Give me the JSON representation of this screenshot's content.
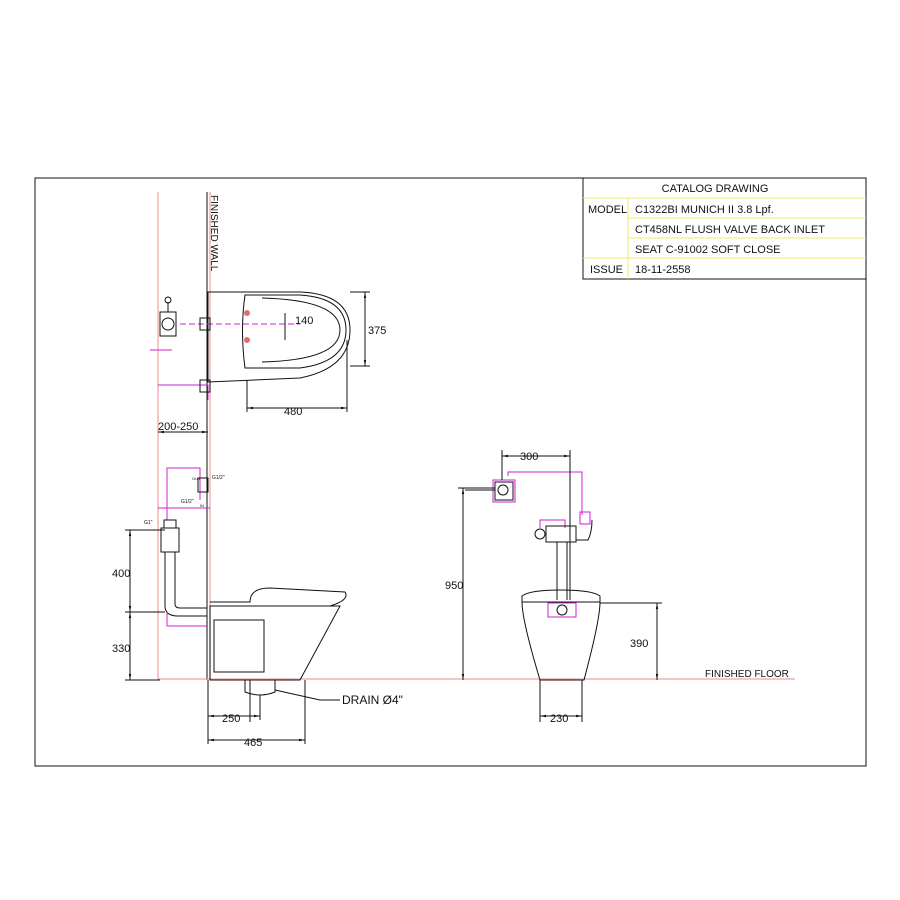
{
  "title_block": {
    "heading": "CATALOG DRAWING",
    "model_label": "MODEL",
    "model_lines": [
      "C1322BI MUNICH II 3.8 Lpf.",
      "CT458NL FLUSH VALVE BACK INLET",
      "SEAT C-91002 SOFT CLOSE"
    ],
    "issue_label": "ISSUE",
    "issue_date": "18-11-2558"
  },
  "labels": {
    "finished_wall": "FINISHED WALL",
    "finished_floor": "FINISHED FLOOR",
    "drain": "DRAIN Ø4\"",
    "out": "OUT",
    "in": "IN",
    "g_half_1": "G1/2\"",
    "g_half_2": "G1/2\"",
    "g_one": "G1\""
  },
  "dimensions": {
    "top_depth": "375",
    "top_length": "480",
    "top_bolt": "140",
    "wall_offset": "200-250",
    "valve_height": "400",
    "inlet_height": "330",
    "drain_offset": "250",
    "side_length": "465",
    "front_total_height": "950",
    "front_seat_height": "390",
    "front_base_width": "230",
    "front_valve_offset": "300"
  },
  "colors": {
    "outline": "#111111",
    "wall_line": "#f0a0a0",
    "piping": "#d020d0",
    "table_grid": "#f2e86a"
  }
}
